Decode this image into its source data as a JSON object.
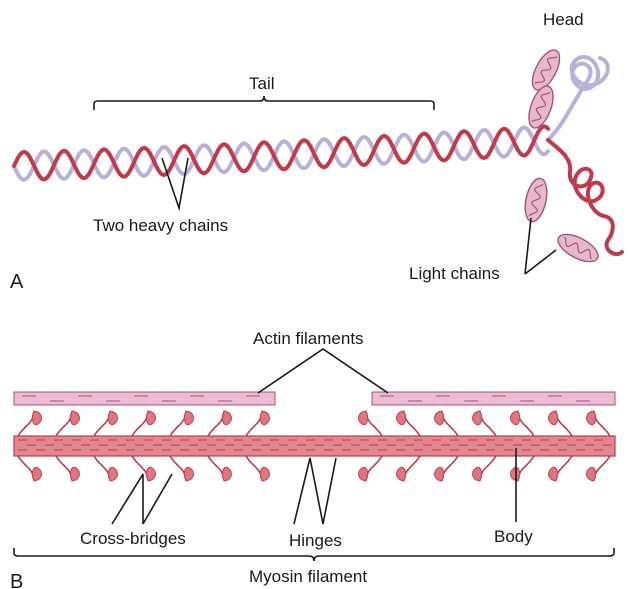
{
  "panel_a": {
    "letter": "A",
    "labels": {
      "head": "Head",
      "tail": "Tail",
      "heavy_chains": "Two heavy chains",
      "light_chains": "Light chains"
    }
  },
  "panel_b": {
    "letter": "B",
    "labels": {
      "actin": "Actin filaments",
      "cross_bridges": "Cross-bridges",
      "hinges": "Hinges",
      "body": "Body",
      "myosin": "Myosin filament"
    }
  },
  "colors": {
    "heavy_chain_red": "#c23a4a",
    "heavy_chain_lavender": "#b8b0d8",
    "light_chain_fill": "#e6b8cc",
    "light_chain_stroke": "#a2547a",
    "actin_fill": "#ecbcd4",
    "myosin_body_fill": "#e08790",
    "cross_bridge_fill": "#dd7681",
    "line": "#1a1a1a"
  }
}
